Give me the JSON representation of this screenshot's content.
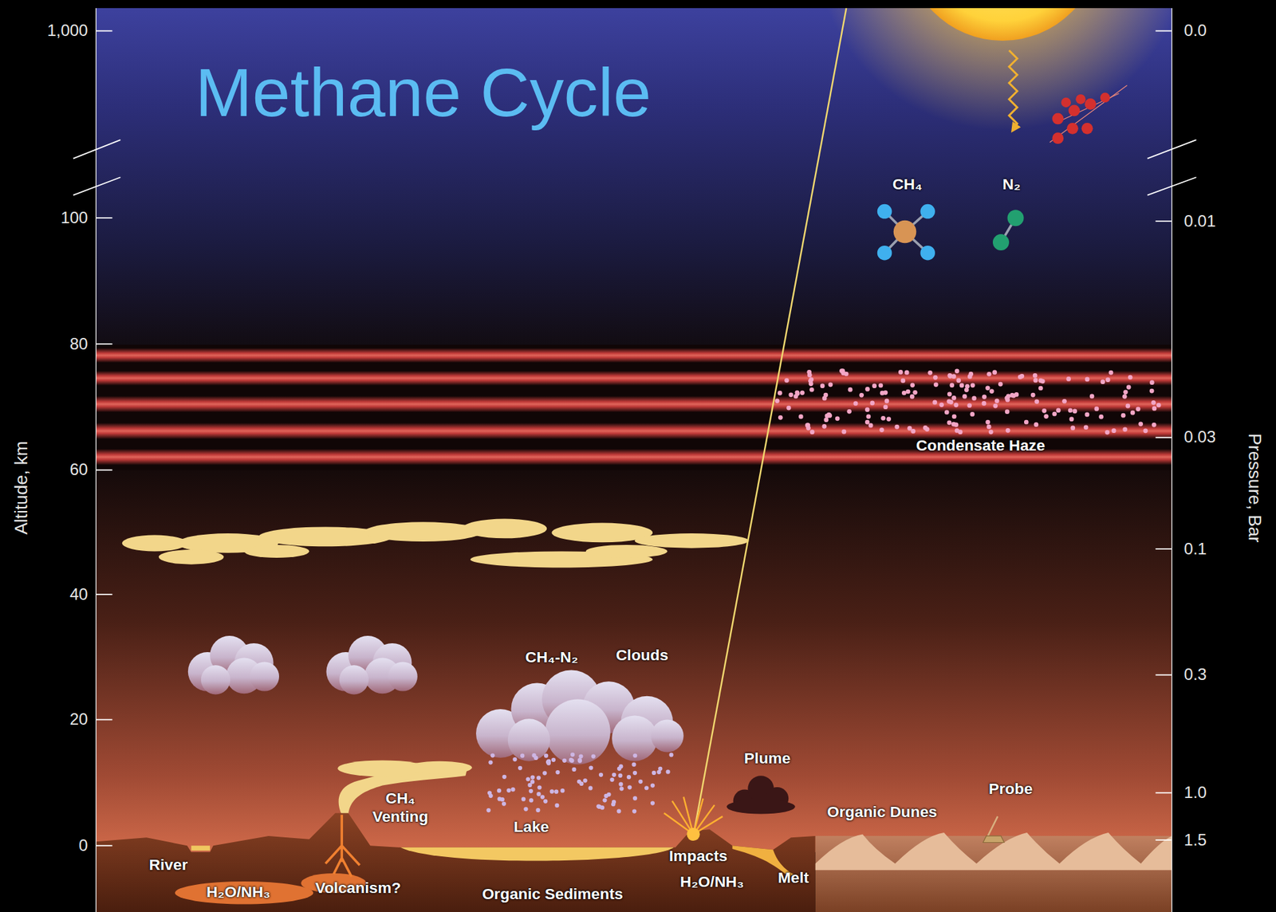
{
  "diagram": {
    "title": "Methane Cycle",
    "labels": [
      "1,000",
      "100",
      "80",
      "60",
      "40",
      "20",
      "0",
      "Altitude, km",
      "0.0",
      "0.01",
      "0.03",
      "0.1",
      "0.3",
      "1.0",
      "1.5",
      "Pressure, Bar",
      "CH₄",
      "N₂",
      "Condensate Haze",
      "CH₄-N₂",
      "Clouds",
      "Plume",
      "CH₄ Venting",
      "Organic Dunes",
      "Probe",
      "Lake",
      "River",
      "H₂O/NH₃",
      "Volcanism?",
      "Organic Sediments",
      "Impacts",
      "H₂O/NH₃",
      "Melt"
    ]
  }
}
